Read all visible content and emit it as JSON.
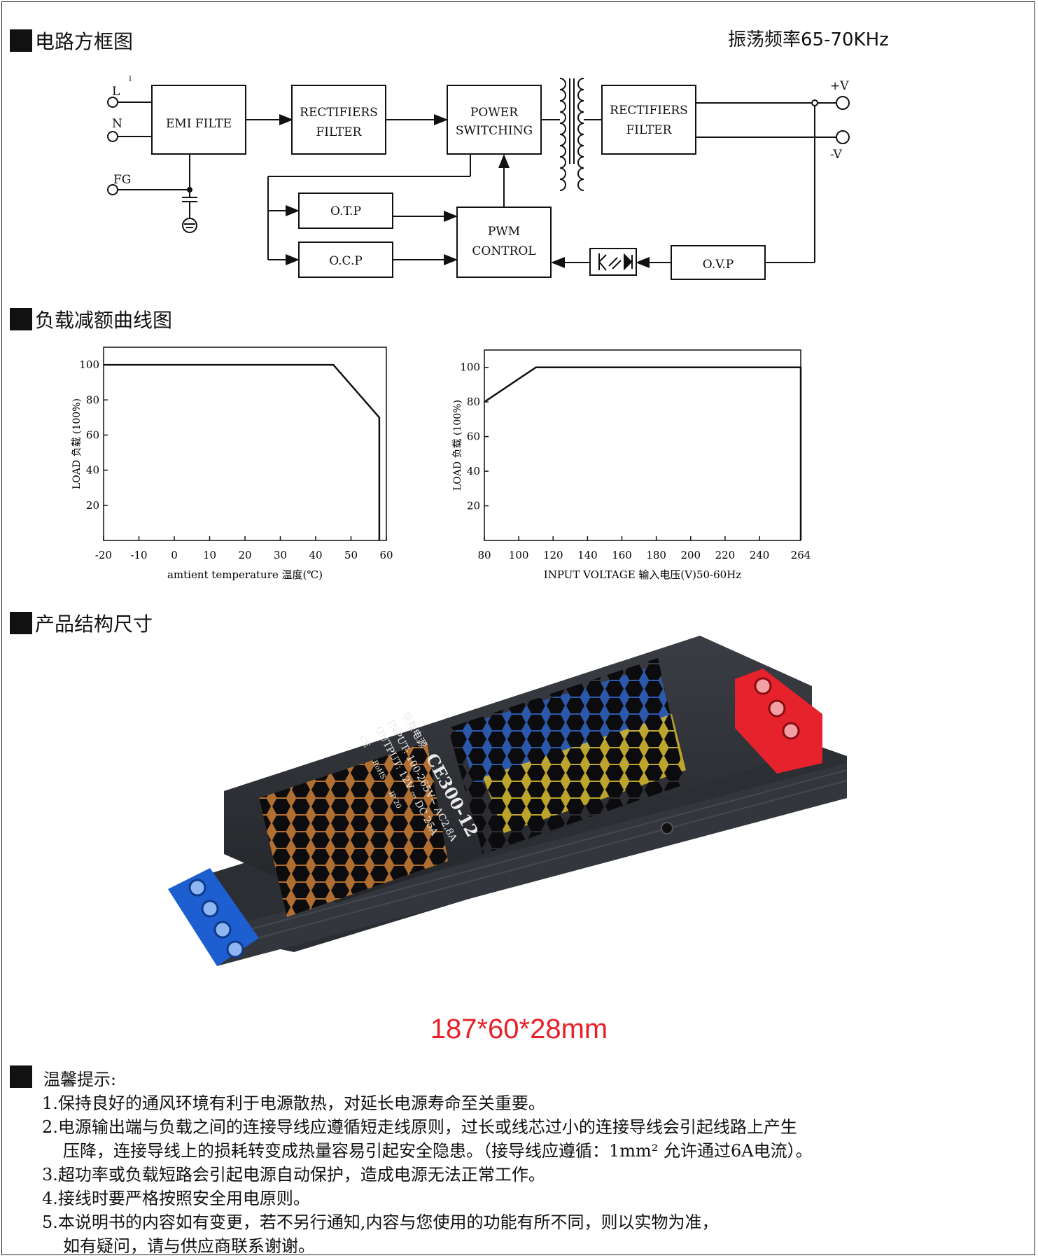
{
  "sections": {
    "block_diagram": "电路方框图",
    "derating": "负载减额曲线图",
    "structure": "产品结构尺寸"
  },
  "frequency": "振荡频率65-70KHz",
  "block": {
    "L": "L",
    "N": "N",
    "FG": "FG",
    "pos_v": "+V",
    "neg_v": "-V",
    "emi": "EMI FILTE",
    "rect1_a": "RECTIFIERS",
    "rect1_b": "FILTER",
    "power_a": "POWER",
    "power_b": "SWITCHING",
    "rect2_a": "RECTIFIERS",
    "rect2_b": "FILTER",
    "otp": "O.T.P",
    "ocp": "O.C.P",
    "pwm_a": "PWM",
    "pwm_b": "CONTROL",
    "ovp": "O.V.P"
  },
  "chart_data": [
    {
      "type": "line",
      "x": [
        -20,
        45,
        58,
        58
      ],
      "y": [
        100,
        100,
        70,
        0
      ],
      "xticks": [
        "-20",
        "-10",
        "0",
        "10",
        "20",
        "30",
        "40",
        "50",
        "60"
      ],
      "yticks": [
        "100",
        "80",
        "60",
        "40",
        "20"
      ],
      "xlabel": "amtient temperature 温度(℃)",
      "ylabel": "LOAD 负载 (100%)",
      "xlim": [
        -20,
        60
      ],
      "ylim": [
        0,
        100
      ]
    },
    {
      "type": "line",
      "x": [
        80,
        110,
        264,
        264
      ],
      "y": [
        80,
        100,
        100,
        0
      ],
      "xticks": [
        "80",
        "100",
        "120",
        "140",
        "160",
        "180",
        "200",
        "220",
        "240",
        "264"
      ],
      "yticks": [
        "100",
        "80",
        "60",
        "40",
        "20"
      ],
      "xlabel": "INPUT VOLTAGE 输入电压(V)50-60Hz",
      "ylabel": "LOAD 负载 (100%)",
      "xlim": [
        80,
        264
      ],
      "ylim": [
        0,
        100
      ]
    }
  ],
  "product": {
    "brand": "华数电源",
    "model": "CE300-12",
    "input": "INPUT: 100-265V~ AC2.8A",
    "output": "OUTPUT: 12V ⎓ DC 25A",
    "ce": "CE",
    "rohs": "RoHS",
    "ip": "IP 20"
  },
  "dimensions": "187*60*28mm",
  "tips": {
    "title": "温馨提示:",
    "items": [
      "1.保持良好的通风环境有利于电源散热，对延长电源寿命至关重要。",
      "2.电源输出端与负载之间的连接导线应遵循短走线原则，过长或线芯过小的连接导线会引起线路上产生",
      "压降，连接导线上的损耗转变成热量容易引起安全隐患。（接导线应遵循：1mm² 允许通过6A电流）。",
      "3.超功率或负载短路会引起电源自动保护，造成电源无法正常工作。",
      "4.接线时要严格按照安全用电原则。",
      "5.本说明书的内容如有变更，若不另行通知,内容与您使用的功能有所不同，则以实物为准，",
      "如有疑问，请与供应商联系谢谢。"
    ]
  }
}
